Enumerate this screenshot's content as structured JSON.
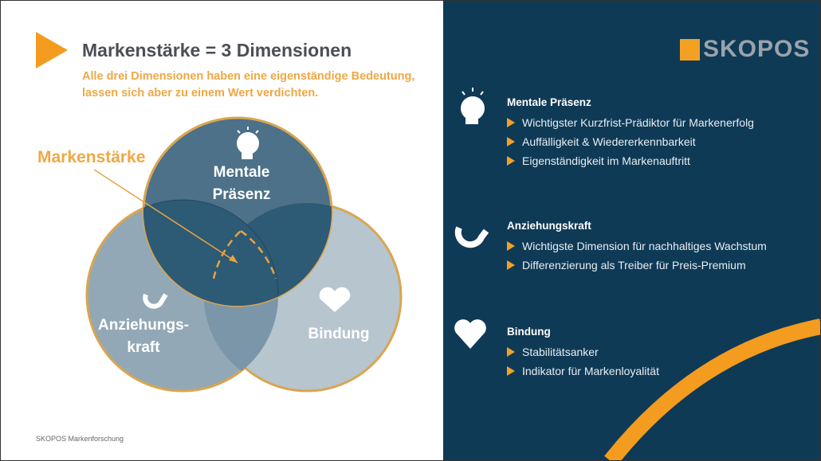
{
  "header": {
    "title": "Markenstärke = 3 Dimensionen",
    "subtitle_line1": "Alle drei Dimensionen haben eine eigenständige Bedeutung,",
    "subtitle_line2": "lassen sich aber zu einem Wert verdichten."
  },
  "venn": {
    "callout": "Markenstärke",
    "mentale_line1": "Mentale",
    "mentale_line2": "Präsenz",
    "anziehung_line1": "Anziehungs-",
    "anziehung_line2": "kraft",
    "bindung": "Bindung"
  },
  "footer": "SKOPOS Markenforschung",
  "logo": "SKOPOS",
  "sections": [
    {
      "title": "Mentale Präsenz",
      "icon": "brain-head-icon",
      "items": [
        "Wichtigster Kurzfrist-Prädiktor für Markenerfolg",
        "Auffälligkeit & Wiedererkennbarkeit",
        "Eigenständigkeit im Markenauftritt"
      ]
    },
    {
      "title": "Anziehungskraft",
      "icon": "magnet-icon",
      "items": [
        "Wichtigste Dimension für nachhaltiges Wachstum",
        "Differenzierung als Treiber für Preis-Premium"
      ]
    },
    {
      "title": "Bindung",
      "icon": "hearts-icon",
      "items": [
        "Stabilitätsanker",
        "Indikator für Markenloyalität"
      ]
    }
  ],
  "colors": {
    "accent": "#f39c1f",
    "navy": "#0f3a56"
  }
}
